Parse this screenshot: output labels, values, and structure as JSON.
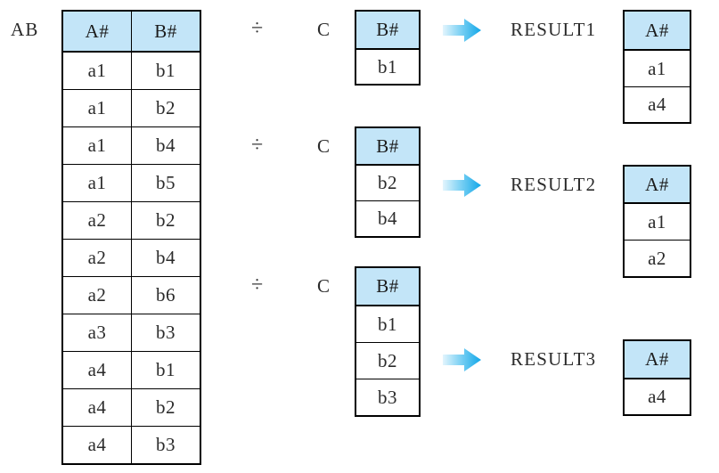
{
  "diagram": {
    "title_labels": {
      "dividend_label": "AB",
      "divisor_label": "C",
      "operator": "÷"
    },
    "colors": {
      "header_fill": "#c3e5f8",
      "border": "#000000",
      "arrow_start": "#d9f1fc",
      "arrow_end": "#12a7e8",
      "text": "#2b2b2b"
    },
    "dividend": {
      "name": "AB",
      "columns": [
        "A#",
        "B#"
      ],
      "rows": [
        [
          "a1",
          "b1"
        ],
        [
          "a1",
          "b2"
        ],
        [
          "a1",
          "b4"
        ],
        [
          "a1",
          "b5"
        ],
        [
          "a2",
          "b2"
        ],
        [
          "a2",
          "b4"
        ],
        [
          "a2",
          "b6"
        ],
        [
          "a3",
          "b3"
        ],
        [
          "a4",
          "b1"
        ],
        [
          "a4",
          "b2"
        ],
        [
          "a4",
          "b3"
        ]
      ]
    },
    "operations": [
      {
        "operator": "÷",
        "divisor_label": "C",
        "divisor": {
          "columns": [
            "B#"
          ],
          "rows": [
            [
              "b1"
            ]
          ]
        },
        "arrow": "right-arrow",
        "result_label": "RESULT1",
        "result": {
          "columns": [
            "A#"
          ],
          "rows": [
            [
              "a1"
            ],
            [
              "a4"
            ]
          ]
        }
      },
      {
        "operator": "÷",
        "divisor_label": "C",
        "divisor": {
          "columns": [
            "B#"
          ],
          "rows": [
            [
              "b2"
            ],
            [
              "b4"
            ]
          ]
        },
        "arrow": "right-arrow",
        "result_label": "RESULT2",
        "result": {
          "columns": [
            "A#"
          ],
          "rows": [
            [
              "a1"
            ],
            [
              "a2"
            ]
          ]
        }
      },
      {
        "operator": "÷",
        "divisor_label": "C",
        "divisor": {
          "columns": [
            "B#"
          ],
          "rows": [
            [
              "b1"
            ],
            [
              "b2"
            ],
            [
              "b3"
            ]
          ]
        },
        "arrow": "right-arrow",
        "result_label": "RESULT3",
        "result": {
          "columns": [
            "A#"
          ],
          "rows": [
            [
              "a4"
            ]
          ]
        }
      }
    ]
  }
}
